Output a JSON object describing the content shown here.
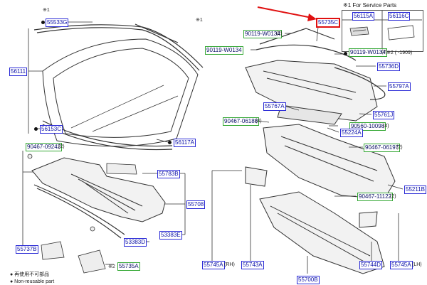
{
  "notes": {
    "star1_top": "※1",
    "star1_mid": "※1",
    "star2": "※2",
    "service_header": "※1 For Service Parts",
    "service_date": "※2 ( -1909)",
    "legend_jp": "● 再使用不可部品",
    "legend_en": "● Non-reusable part"
  },
  "labels": {
    "p55533G": "55533G",
    "p56111": "56111",
    "p56153C": "56153C",
    "p56117A": "56117A",
    "p90467_09242": "90467-09242",
    "p90467_09242_qty": "(2)",
    "p55783B": "55783B",
    "p55708": "55708",
    "p53383D": "53383D",
    "p53383E": "53383E",
    "p55737B": "55737B",
    "p55735A": "55735A",
    "p55735C": "55735C",
    "p90119_W0134_a": "90119-W0134",
    "p90119_W0134_a_qty": "(2)",
    "p90119_W0134_b": "90119-W0134",
    "p90119_W0134_c": "90119-W0134",
    "p90119_W0134_c_qty": "(2)",
    "p55736D": "55736D",
    "p55797A": "55797A",
    "p55767A": "55767A",
    "p90467_06188": "90467-06188",
    "p90467_06188_qty": "(4)",
    "p55761J": "55761J",
    "p90560_10098": "90560-10098",
    "p90560_10098_qty": "(4)",
    "p55224A": "55224A",
    "p90467_06197": "90467-06197",
    "p90467_06197_qty": "(2)",
    "p55211B": "55211B",
    "p90467_11122": "90467-11122",
    "p90467_11122_qty": "(2)",
    "p55745A_RH": "55745A",
    "p55745A_RH_side": "(RH)",
    "p55743A": "55743A",
    "p55744D": "55744D",
    "p55745A_LH": "55745A",
    "p55745A_LH_side": "(LH)",
    "p55700B": "55700B",
    "p56115A": "56115A",
    "p56116C": "56116C"
  },
  "colors": {
    "part_code": "#2a2ad6",
    "green_code": "#35a835",
    "highlight": "#e01010",
    "line": "#333333"
  }
}
